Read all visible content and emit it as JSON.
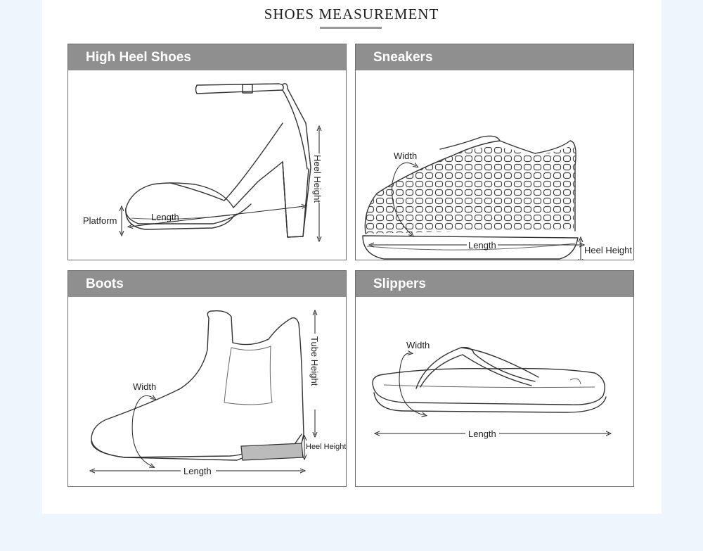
{
  "page": {
    "title": "SHOES MEASUREMENT"
  },
  "panels": {
    "high_heel": {
      "title": "High Heel Shoes",
      "labels": {
        "platform": "Platform",
        "length": "Length",
        "heel_height": "Heel Height"
      }
    },
    "sneakers": {
      "title": "Sneakers",
      "labels": {
        "width": "Width",
        "heel_height": "Heel Height",
        "length": "Length"
      }
    },
    "boots": {
      "title": "Boots",
      "labels": {
        "width": "Width",
        "tube_height": "Tube Height",
        "heel_height": "Heel Height",
        "length": "Length"
      }
    },
    "slippers": {
      "title": "Slippers",
      "labels": {
        "width": "Width",
        "length": "Length"
      }
    }
  }
}
